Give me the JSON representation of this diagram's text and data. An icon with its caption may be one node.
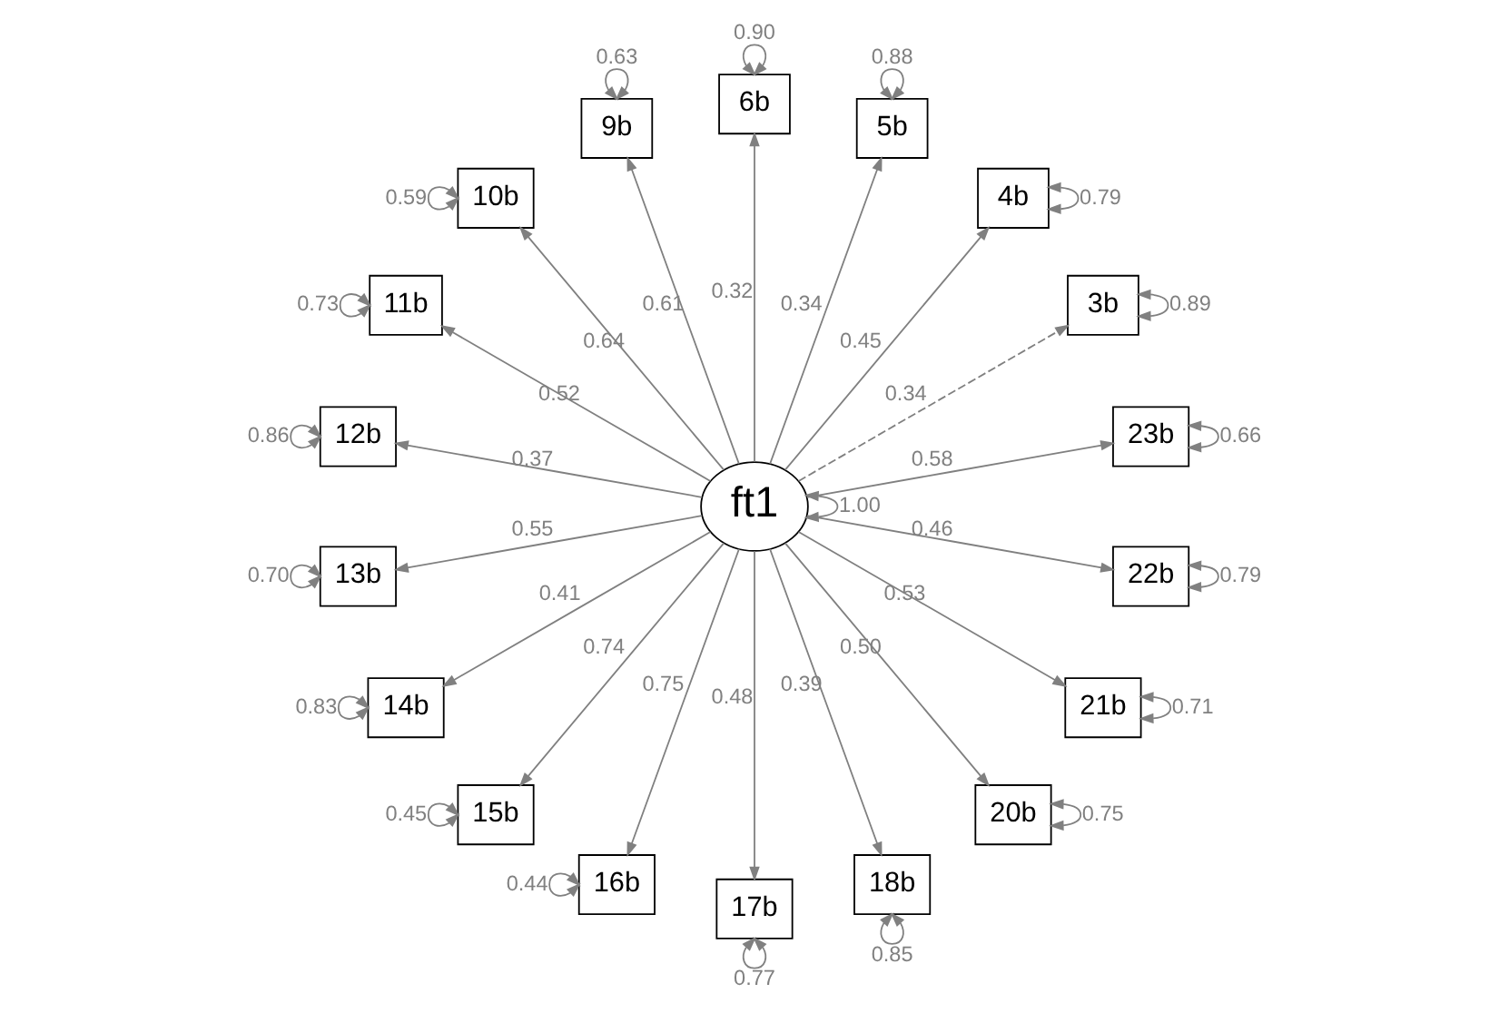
{
  "diagram": {
    "nodes": [
      {
        "text": [
          "ft1"
        ]
      },
      {
        "text": [
          "23b"
        ]
      },
      {
        "text": [
          "3b"
        ]
      },
      {
        "text": [
          "4b"
        ]
      },
      {
        "text": [
          "5b"
        ]
      },
      {
        "text": [
          "6b"
        ]
      },
      {
        "text": [
          "9b"
        ]
      },
      {
        "text": [
          "10b"
        ]
      },
      {
        "text": [
          "11b"
        ]
      },
      {
        "text": [
          "12b"
        ]
      },
      {
        "text": [
          "13b"
        ]
      },
      {
        "text": [
          "14b"
        ]
      },
      {
        "text": [
          "15b"
        ]
      },
      {
        "text": [
          "16b"
        ]
      },
      {
        "text": [
          "17b"
        ]
      },
      {
        "text": [
          "18b"
        ]
      },
      {
        "text": [
          "20b"
        ]
      },
      {
        "text": [
          "21b"
        ]
      },
      {
        "text": [
          "22b"
        ]
      }
    ],
    "edges": [
      {
        "from": 0,
        "to": 1,
        "arrow": "to",
        "label": "0.58"
      },
      {
        "from": 0,
        "to": 2,
        "arrow": "to",
        "label": "0.34",
        "style": "dashed"
      },
      {
        "from": 0,
        "to": 3,
        "arrow": "to",
        "label": "0.45"
      },
      {
        "from": 0,
        "to": 4,
        "arrow": "to",
        "label": "0.34"
      },
      {
        "from": 0,
        "to": 5,
        "arrow": "to",
        "label": "0.32"
      },
      {
        "from": 0,
        "to": 6,
        "arrow": "to",
        "label": "0.61"
      },
      {
        "from": 0,
        "to": 7,
        "arrow": "to",
        "label": "0.64"
      },
      {
        "from": 0,
        "to": 8,
        "arrow": "to",
        "label": "0.52"
      },
      {
        "from": 0,
        "to": 9,
        "arrow": "to",
        "label": "0.37"
      },
      {
        "from": 0,
        "to": 10,
        "arrow": "to",
        "label": "0.55"
      },
      {
        "from": 0,
        "to": 11,
        "arrow": "to",
        "label": "0.41"
      },
      {
        "from": 0,
        "to": 12,
        "arrow": "to",
        "label": "0.74"
      },
      {
        "from": 0,
        "to": 13,
        "arrow": "to",
        "label": "0.75"
      },
      {
        "from": 0,
        "to": 14,
        "arrow": "to",
        "label": "0.48"
      },
      {
        "from": 0,
        "to": 15,
        "arrow": "to",
        "label": "0.39"
      },
      {
        "from": 0,
        "to": 16,
        "arrow": "to",
        "label": "0.50"
      },
      {
        "from": 0,
        "to": 17,
        "arrow": "to",
        "label": "0.53"
      },
      {
        "from": 0,
        "to": 18,
        "arrow": "to",
        "label": "0.46"
      },
      {
        "from": 0,
        "to": 0,
        "arrow": "both",
        "label": "1.00"
      },
      {
        "from": 1,
        "to": 1,
        "arrow": "both",
        "label": "0.66"
      },
      {
        "from": 2,
        "to": 2,
        "arrow": "both",
        "label": "0.89"
      },
      {
        "from": 3,
        "to": 3,
        "arrow": "both",
        "label": "0.79"
      },
      {
        "from": 4,
        "to": 4,
        "arrow": "both",
        "label": "0.88"
      },
      {
        "from": 5,
        "to": 5,
        "arrow": "both",
        "label": "0.90"
      },
      {
        "from": 6,
        "to": 6,
        "arrow": "both",
        "label": "0.63"
      },
      {
        "from": 7,
        "to": 7,
        "arrow": "both",
        "label": "0.59"
      },
      {
        "from": 8,
        "to": 8,
        "arrow": "both",
        "label": "0.73"
      },
      {
        "from": 9,
        "to": 9,
        "arrow": "both",
        "label": "0.86"
      },
      {
        "from": 10,
        "to": 10,
        "arrow": "both",
        "label": "0.70"
      },
      {
        "from": 11,
        "to": 11,
        "arrow": "both",
        "label": "0.83"
      },
      {
        "from": 12,
        "to": 12,
        "arrow": "both",
        "label": "0.45"
      },
      {
        "from": 13,
        "to": 13,
        "arrow": "both",
        "label": "0.44"
      },
      {
        "from": 14,
        "to": 14,
        "arrow": "both",
        "label": "0.77"
      },
      {
        "from": 15,
        "to": 15,
        "arrow": "both",
        "label": "0.85"
      },
      {
        "from": 16,
        "to": 16,
        "arrow": "both",
        "label": "0.75"
      },
      {
        "from": 17,
        "to": 17,
        "arrow": "both",
        "label": "0.71"
      },
      {
        "from": 18,
        "to": 18,
        "arrow": "both",
        "label": "0.79"
      }
    ]
  }
}
